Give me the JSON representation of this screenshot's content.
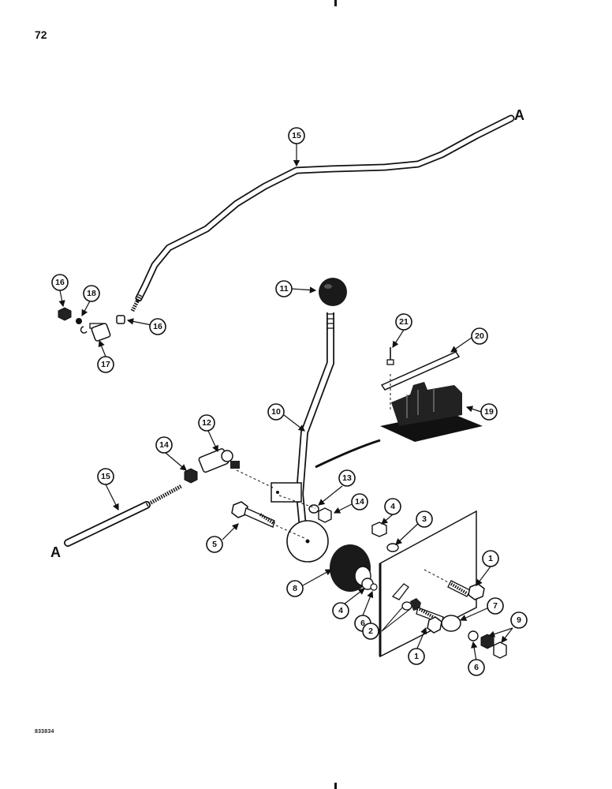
{
  "page": {
    "number": "72",
    "figure_code": "833834"
  },
  "reference_letter": "A",
  "callouts": [
    "1",
    "2",
    "3",
    "4",
    "5",
    "6",
    "7",
    "8",
    "9",
    "10",
    "11",
    "12",
    "13",
    "14",
    "15",
    "16",
    "17",
    "18",
    "19",
    "20",
    "21"
  ]
}
